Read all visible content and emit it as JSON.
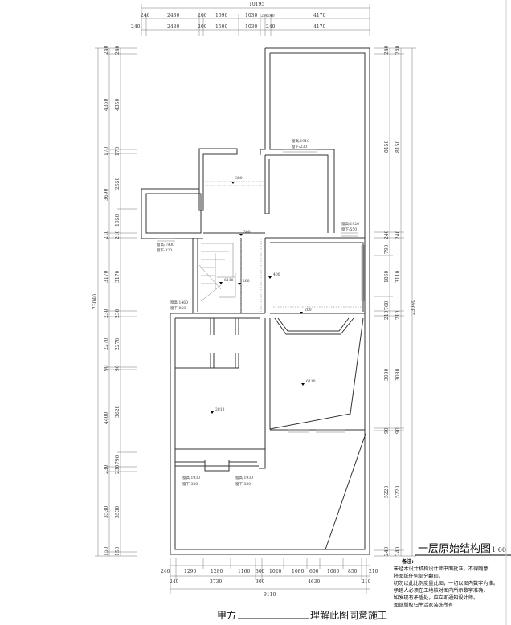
{
  "title": {
    "main": "一层原始结构图",
    "scale": "1:60"
  },
  "signature": {
    "prefix": "甲方",
    "suffix": "理解此图同意施工"
  },
  "notes": {
    "heading": "备注:",
    "lines": [
      "未经本设计机构设计师书面批准，不得随意",
      "将图纸任何部分翻印。",
      "切勿以此比例度量此图，一切以图内数字为准。",
      "承建人必须在工地核对图内所示数字准确，",
      "如发现有矛盾处，应立即通知设计师。",
      "图纸版权归生活家装饰所有"
    ]
  },
  "dims": {
    "top_total": "10195",
    "top_row1": [
      "240",
      "2430",
      "200",
      "1590",
      "1030",
      "290",
      "240",
      "4170"
    ],
    "top_row2": [
      "240",
      "2430",
      "200",
      "1500",
      "1030",
      "240",
      "4170"
    ],
    "left_total": "23040",
    "left_outer": [
      "240",
      "4350",
      "170",
      "3690",
      "210",
      "3170",
      "230",
      "2270",
      "90",
      "4400",
      "230",
      "3530",
      "150"
    ],
    "left_inner": [
      "240",
      "4350",
      "170",
      "2550",
      "1050",
      "210",
      "3170",
      "230",
      "2270",
      "90",
      "3620",
      "790",
      "230",
      "3530",
      "150"
    ],
    "right_total": "23040",
    "right_outer": [
      "240",
      "8150",
      "240",
      "790",
      "1860",
      "760",
      "210",
      "3080",
      "90",
      "5220",
      "240"
    ],
    "right_inner": [
      "240",
      "8150",
      "240",
      "3110",
      "210",
      "3080",
      "90",
      "5220",
      "240"
    ],
    "bottom_row1": [
      "240",
      "1290",
      "1280",
      "1160",
      "300",
      "1020",
      "1080",
      "600",
      "1080",
      "850",
      "210"
    ],
    "bottom_row2": [
      "240",
      "3730",
      "300",
      "4630",
      "210"
    ],
    "bottom_total": "9110"
  },
  "windows": [
    {
      "h": "窗高:1910",
      "b": "窗下:230"
    },
    {
      "h": "窗高:1920",
      "b": "窗下:550"
    },
    {
      "h": "窗高:1900",
      "b": "窗下:320"
    },
    {
      "h": "窗高:1460",
      "b": "窗下:850"
    },
    {
      "h": "窗高:1930",
      "b": "窗下:330"
    },
    {
      "h": "窗高:1930",
      "b": "窗下:330"
    }
  ],
  "levels": [
    "380",
    "300",
    "6110",
    "260",
    "400",
    "200",
    "6110",
    "2813"
  ]
}
